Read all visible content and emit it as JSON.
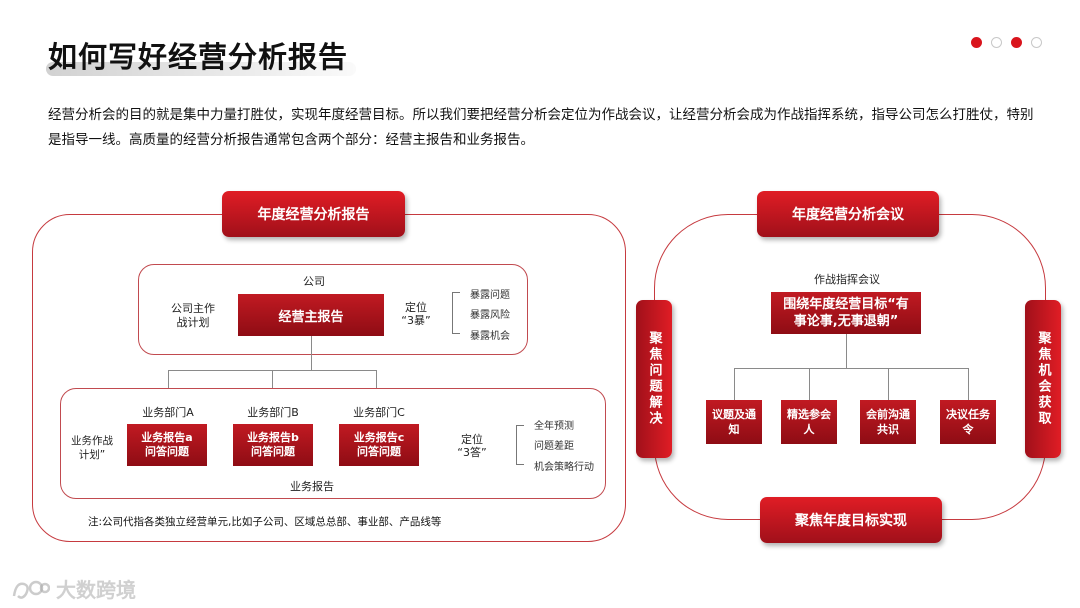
{
  "page": {
    "title": "如何写好经营分析报告",
    "intro": "经营分析会的目的就是集中力量打胜仗，实现年度经营目标。所以我们要把经营分析会定位为作战会议，让经营分析会成为作战指挥系统，指导公司怎么打胜仗，特别是指导一线。高质量的经营分析报告通常包含两个部分：经营主报告和业务报告。"
  },
  "nav_dots": [
    true,
    false,
    true,
    false
  ],
  "left": {
    "header": "年度经营分析报告",
    "company": {
      "label": "公司",
      "plan": "公司主作\n战计划",
      "main_report": "经营主报告",
      "position": "定位\n“3暴”",
      "items": [
        "暴露问题",
        "暴露风险",
        "暴露机会"
      ]
    },
    "business": {
      "plan": "业务作战\n计划”",
      "departments": [
        {
          "name": "业务部门A",
          "report": "业务报告a\n问答问题"
        },
        {
          "name": "业务部门B",
          "report": "业务报告b\n问答问题"
        },
        {
          "name": "业务部门C",
          "report": "业务报告c\n问答问题"
        }
      ],
      "position": "定位\n“3答”",
      "items": [
        "全年预测",
        "问题差距",
        "机会策略行动"
      ],
      "footer": "业务报告"
    },
    "note": "注:公司代指各类独立经营单元,比如子公司、区域总总部、事业部、产品线等"
  },
  "right": {
    "header": "年度经营分析会议",
    "meeting_label": "作战指挥会议",
    "goal": "围绕年度经营目标“有\n事论事,无事退朝”",
    "steps": [
      "议题及通\n知",
      "精选参会\n人",
      "会前沟通\n共识",
      "决议任务\n令"
    ],
    "left_side": "聚焦问题解决",
    "right_side": "聚焦机会获取",
    "footer": "聚焦年度目标实现"
  },
  "watermark": "大数跨境"
}
